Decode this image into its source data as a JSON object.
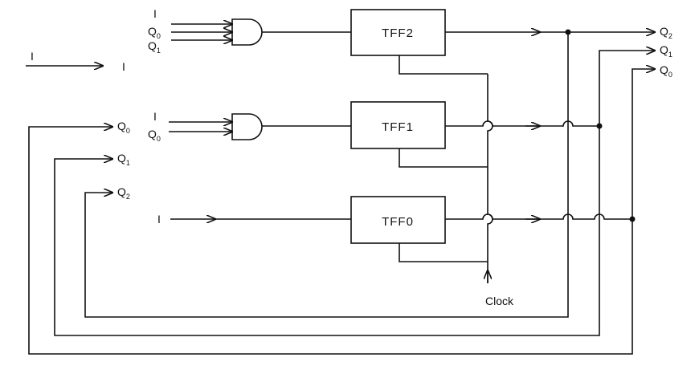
{
  "flip_flops": [
    {
      "id": "tff2",
      "label": "TFF2"
    },
    {
      "id": "tff1",
      "label": "TFF1"
    },
    {
      "id": "tff0",
      "label": "TFF0"
    }
  ],
  "clock_label": "Clock",
  "one_label": "I",
  "legend": {
    "input": "I",
    "output": "I"
  },
  "gate_inputs": {
    "and_top": [
      {
        "base": "I",
        "sub": ""
      },
      {
        "base": "Q",
        "sub": "0"
      },
      {
        "base": "Q",
        "sub": "1"
      }
    ],
    "and_mid": [
      {
        "base": "I",
        "sub": ""
      },
      {
        "base": "Q",
        "sub": "0"
      }
    ],
    "tff0_input": {
      "base": "I",
      "sub": ""
    }
  },
  "outputs": [
    {
      "base": "Q",
      "sub": "2"
    },
    {
      "base": "Q",
      "sub": "1"
    },
    {
      "base": "Q",
      "sub": "0"
    }
  ],
  "feedback": [
    {
      "base": "Q",
      "sub": "0"
    },
    {
      "base": "Q",
      "sub": "1"
    },
    {
      "base": "Q",
      "sub": "2"
    }
  ],
  "colors": {
    "ink": "#111111",
    "background": "#ffffff"
  }
}
